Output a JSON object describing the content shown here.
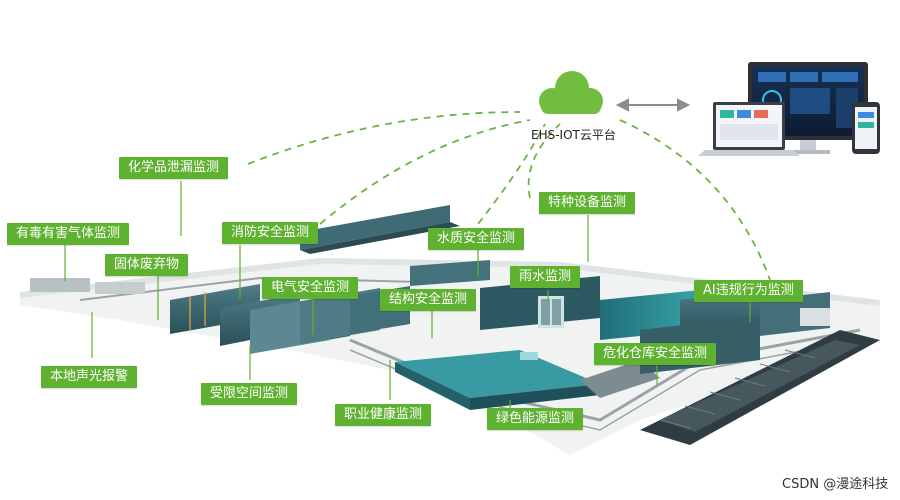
{
  "platform": {
    "name": "EHS-IOT云平台",
    "colors": {
      "accent": "#5fb130",
      "dash": "#6db33f",
      "cloud": "#72bd3f"
    }
  },
  "icons": {
    "cloud": "cloud-icon",
    "sync": "double-arrow-icon",
    "devices": "monitor-laptop-phone-icon"
  },
  "labels": {
    "chemical_leak": "化学品泄漏监测",
    "toxic_gas": "有毒有害气体监测",
    "fire_safety": "消防安全监测",
    "solid_waste": "固体废弃物",
    "water_quality": "水质安全监测",
    "special_equipment": "特种设备监测",
    "rainwater": "雨水监测",
    "electrical_safety": "电气安全监测",
    "structural_safety": "结构安全监测",
    "ai_violation": "AI违规行为监测",
    "local_alarm": "本地声光报警",
    "confined_space": "受限空间监测",
    "occupational_health": "职业健康监测",
    "green_energy": "绿色能源监测",
    "hazmat_warehouse": "危化仓库安全监测"
  },
  "watermark": "CSDN @漫途科技"
}
